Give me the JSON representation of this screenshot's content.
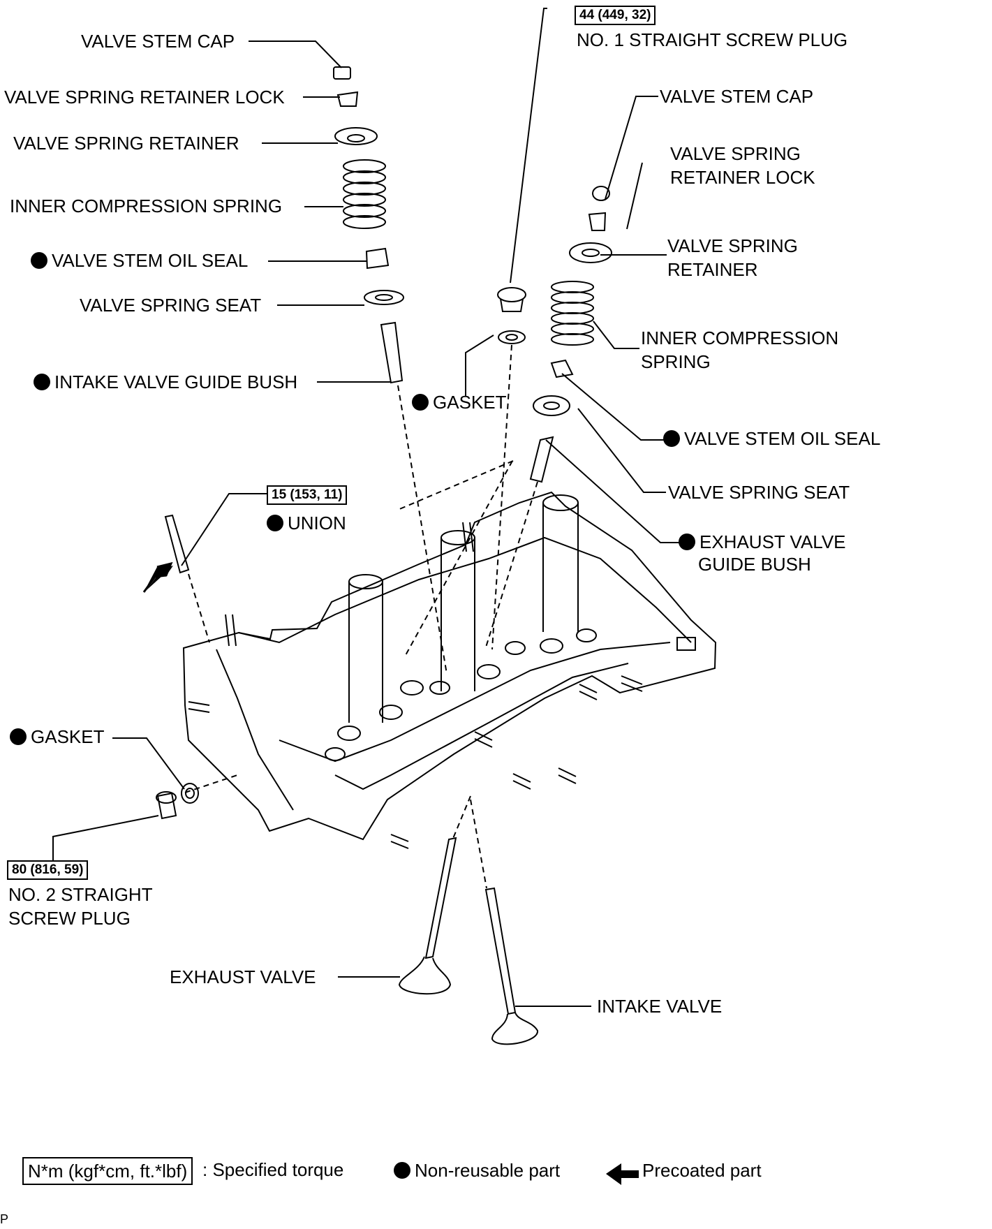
{
  "labels": {
    "valve_stem_cap_left": "VALVE STEM CAP",
    "valve_spring_retainer_lock_left": "VALVE SPRING RETAINER LOCK",
    "valve_spring_retainer_left": "VALVE SPRING RETAINER",
    "inner_compression_spring_left": "INNER COMPRESSION SPRING",
    "valve_stem_oil_seal_left": "VALVE STEM OIL SEAL",
    "valve_spring_seat_left": "VALVE SPRING SEAT",
    "intake_valve_guide_bush": "INTAKE VALVE GUIDE BUSH",
    "gasket_center": "GASKET",
    "torque_union": "15 (153, 11)",
    "union": "UNION",
    "gasket_left": "GASKET",
    "torque_plug2": "80 (816, 59)",
    "no2_plug_line1": "NO. 2 STRAIGHT",
    "no2_plug_line2": "SCREW PLUG",
    "exhaust_valve": "EXHAUST VALVE",
    "intake_valve": "INTAKE VALVE",
    "torque_plug1": "44 (449, 32)",
    "no1_plug": "NO. 1 STRAIGHT SCREW PLUG",
    "valve_stem_cap_right": "VALVE STEM CAP",
    "retainer_lock_right_line1": "VALVE SPRING",
    "retainer_lock_right_line2": "RETAINER LOCK",
    "retainer_right_line1": "VALVE SPRING",
    "retainer_right_line2": "RETAINER",
    "spring_right_line1": "INNER COMPRESSION",
    "spring_right_line2": "SPRING",
    "oil_seal_right": "VALVE STEM OIL SEAL",
    "spring_seat_right": "VALVE SPRING SEAT",
    "exhaust_guide_line1": "EXHAUST VALVE",
    "exhaust_guide_line2": "GUIDE BUSH"
  },
  "legend": {
    "torque_unit": "N*m (kgf*cm, ft.*lbf)",
    "torque_desc": ": Specified torque",
    "nonreusable": "Non-reusable part",
    "precoated": "Precoated part"
  },
  "corner_mark": "P"
}
